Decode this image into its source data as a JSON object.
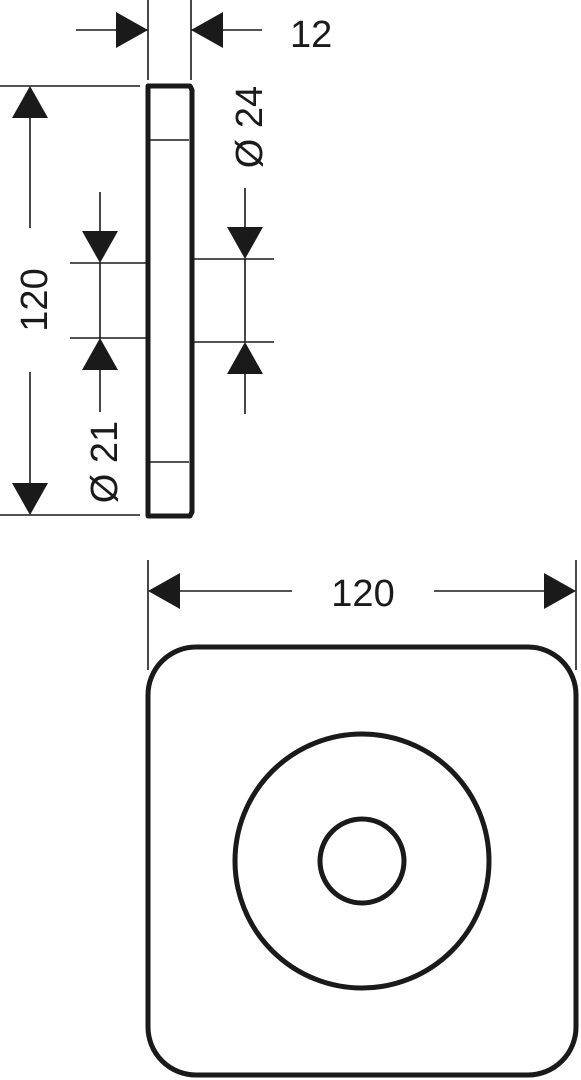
{
  "side_view": {
    "thickness_label": "12",
    "height_label": "120",
    "outer_diameter_label": "Ø 24",
    "inner_diameter_label": "Ø 21"
  },
  "front_view": {
    "width_label": "120"
  },
  "colors": {
    "ink": "#1a1a1a",
    "background": "#ffffff"
  }
}
